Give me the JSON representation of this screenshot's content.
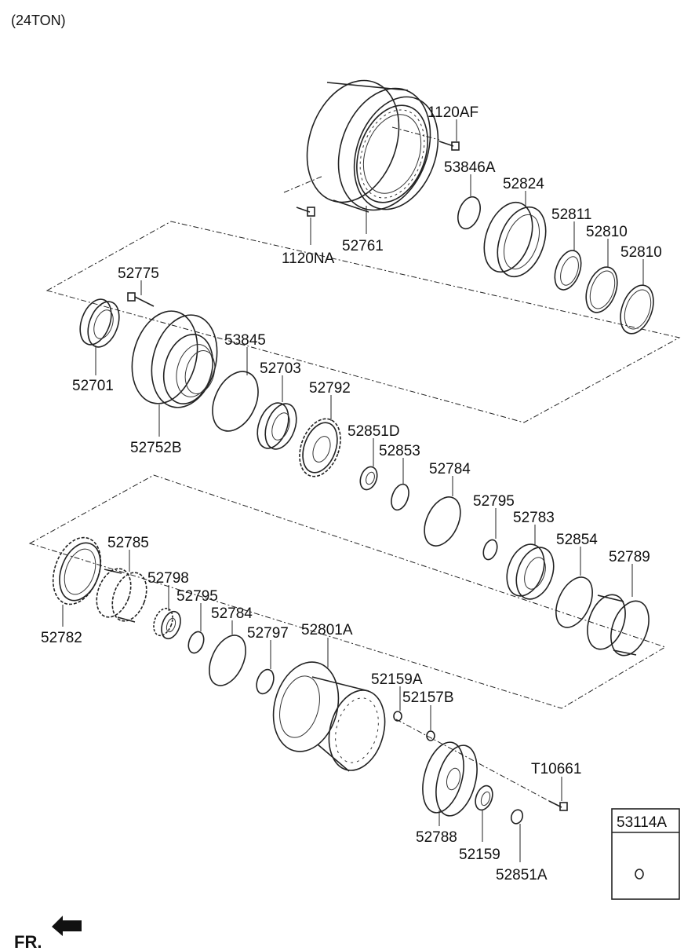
{
  "header": {
    "title": "(24TON)"
  },
  "footer": {
    "direction_label": "FR."
  },
  "legend_box": {
    "title": "53114A"
  },
  "parts": [
    {
      "id": "1120AF",
      "label": "1120AF"
    },
    {
      "id": "53846A",
      "label": "53846A"
    },
    {
      "id": "52824",
      "label": "52824"
    },
    {
      "id": "52811",
      "label": "52811"
    },
    {
      "id": "52810a",
      "label": "52810"
    },
    {
      "id": "52810b",
      "label": "52810"
    },
    {
      "id": "1120NA",
      "label": "1120NA"
    },
    {
      "id": "52761",
      "label": "52761"
    },
    {
      "id": "52775",
      "label": "52775"
    },
    {
      "id": "52701",
      "label": "52701"
    },
    {
      "id": "53845",
      "label": "53845"
    },
    {
      "id": "52703",
      "label": "52703"
    },
    {
      "id": "52792",
      "label": "52792"
    },
    {
      "id": "52752B",
      "label": "52752B"
    },
    {
      "id": "52851D",
      "label": "52851D"
    },
    {
      "id": "52853",
      "label": "52853"
    },
    {
      "id": "52784a",
      "label": "52784"
    },
    {
      "id": "52795a",
      "label": "52795"
    },
    {
      "id": "52783",
      "label": "52783"
    },
    {
      "id": "52854",
      "label": "52854"
    },
    {
      "id": "52789",
      "label": "52789"
    },
    {
      "id": "52785",
      "label": "52785"
    },
    {
      "id": "52798",
      "label": "52798"
    },
    {
      "id": "52795b",
      "label": "52795"
    },
    {
      "id": "52784b",
      "label": "52784"
    },
    {
      "id": "52782",
      "label": "52782"
    },
    {
      "id": "52797",
      "label": "52797"
    },
    {
      "id": "52801A",
      "label": "52801A"
    },
    {
      "id": "52159A",
      "label": "52159A"
    },
    {
      "id": "52157B",
      "label": "52157B"
    },
    {
      "id": "T10661",
      "label": "T10661"
    },
    {
      "id": "52788",
      "label": "52788"
    },
    {
      "id": "52159",
      "label": "52159"
    },
    {
      "id": "52851A",
      "label": "52851A"
    }
  ]
}
